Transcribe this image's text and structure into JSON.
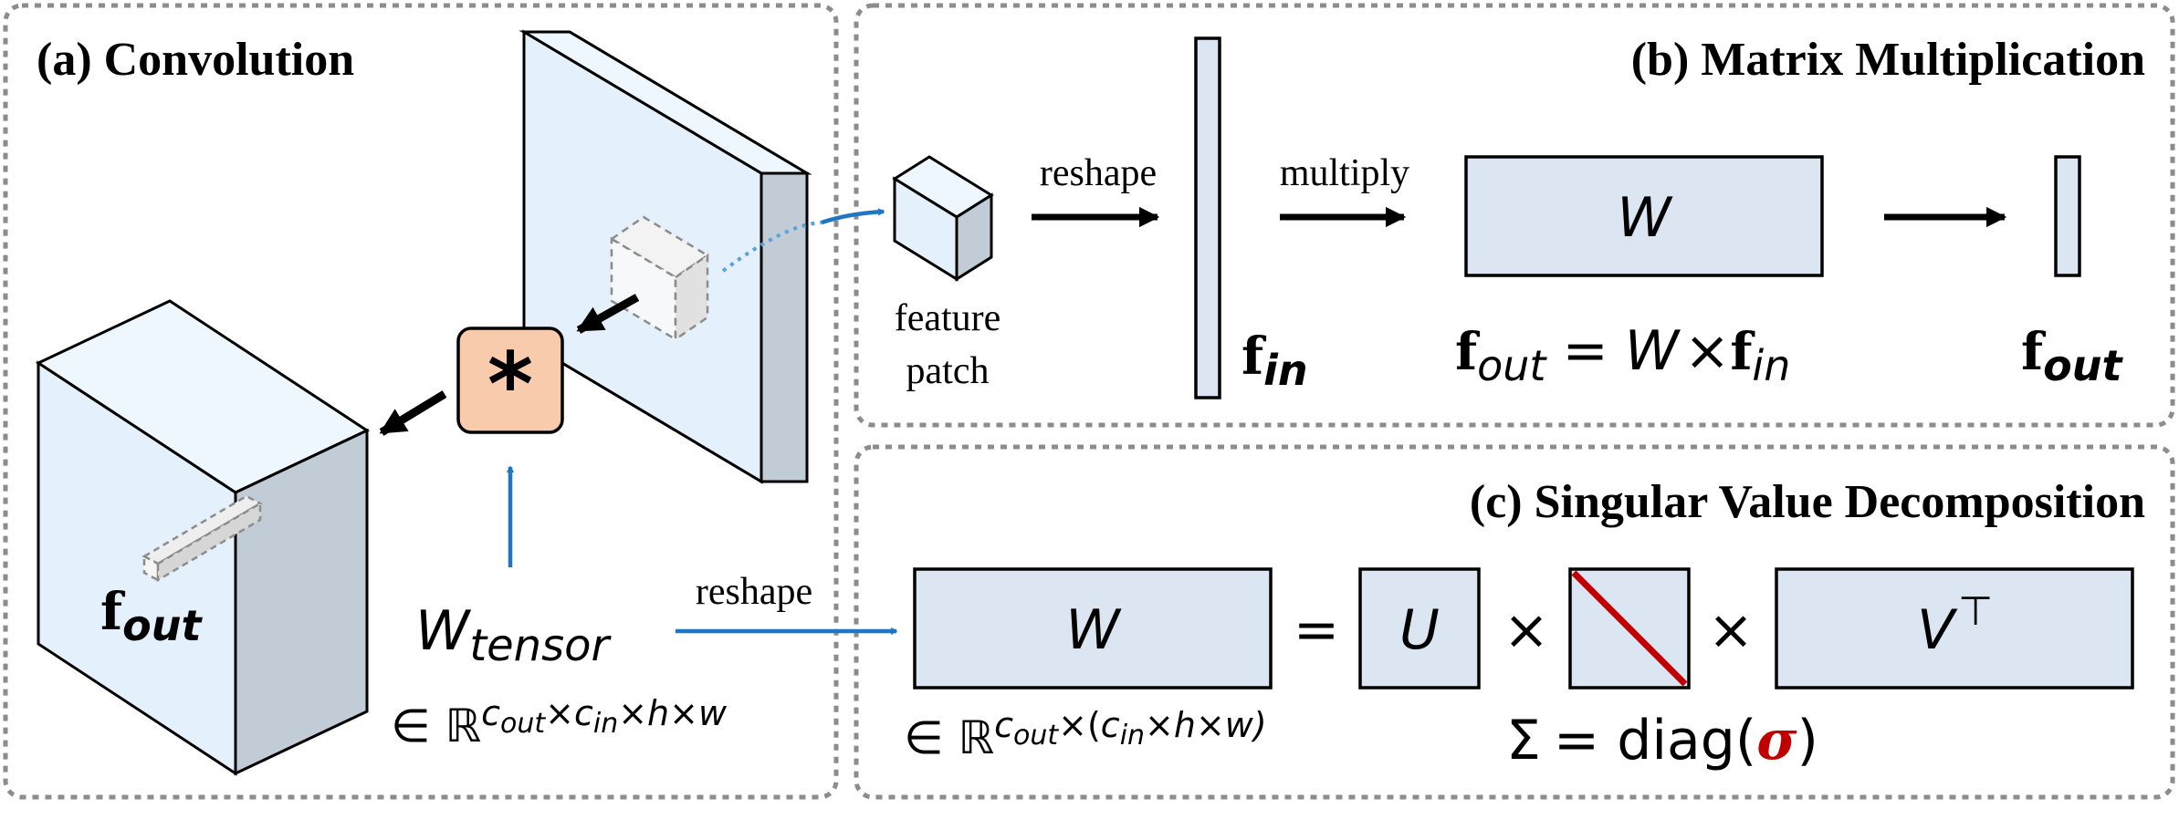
{
  "panels": {
    "a": {
      "title": "(a) Convolution"
    },
    "b": {
      "title": "(b) Matrix Multiplication"
    },
    "c": {
      "title": "(c) Singular Value Decomposition"
    }
  },
  "conv": {
    "operator_symbol": "*",
    "output_feature": {
      "base": "f",
      "sub": "out"
    },
    "weight_tensor": {
      "base": "W",
      "sub": "tensor"
    },
    "tensor_space": {
      "prefix": "∈ ℝ",
      "c_out": "c",
      "c_out_sub": "out",
      "times1": "×",
      "c_in": "c",
      "c_in_sub": "in",
      "rest": "×h×w"
    }
  },
  "matmul": {
    "patch_label_line1": "feature",
    "patch_label_line2": "patch",
    "reshape_label": "reshape",
    "multiply_label": "multiply",
    "weight_label": "W",
    "f_in": {
      "base": "f",
      "sub": "in"
    },
    "equation": {
      "lhs_base": "f",
      "lhs_sub": "out",
      "eq": "=",
      "w": "W",
      "times": "×",
      "rhs_base": "f",
      "rhs_sub": "in"
    },
    "f_out": {
      "base": "f",
      "sub": "out"
    }
  },
  "svd": {
    "reshape_label": "reshape",
    "w_label": "W",
    "equals": "=",
    "u_label": "U",
    "times": "×",
    "v_label": "V",
    "v_sup": "⊤",
    "matrix_space": {
      "prefix": "∈ ℝ",
      "c_out": "c",
      "c_out_sub": "out",
      "mid": "×(",
      "c_in": "c",
      "c_in_sub": "in",
      "rest": "×h×w)"
    },
    "sigma_def": {
      "sigma": "Σ",
      "eq": "= diag(",
      "sigma_small": "σ",
      "close": ")"
    }
  },
  "colors": {
    "box_fill": "#dce6f2",
    "cube_front": "#e4f0fc",
    "cube_top": "#eef6fe",
    "cube_side": "#c2ccd6",
    "operator_fill": "#f9cbad",
    "arrow_blue": "#1f77c4",
    "diag_red": "#c00000",
    "dashed_border": "#8c8c8c"
  }
}
